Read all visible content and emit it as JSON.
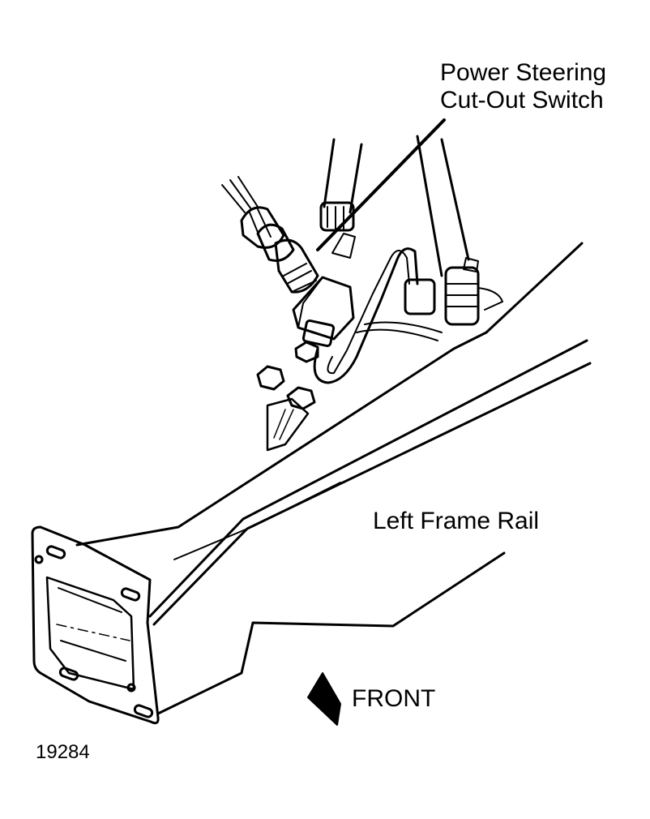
{
  "labels": {
    "switch_line1": "Power Steering",
    "switch_line2": "Cut-Out Switch",
    "frame_rail": "Left Frame Rail",
    "front": "FRONT",
    "figure_number": "19284"
  },
  "colors": {
    "ink": "#000000",
    "paper": "#ffffff"
  },
  "icons": {
    "front_arrow": "front-arrow-icon"
  }
}
